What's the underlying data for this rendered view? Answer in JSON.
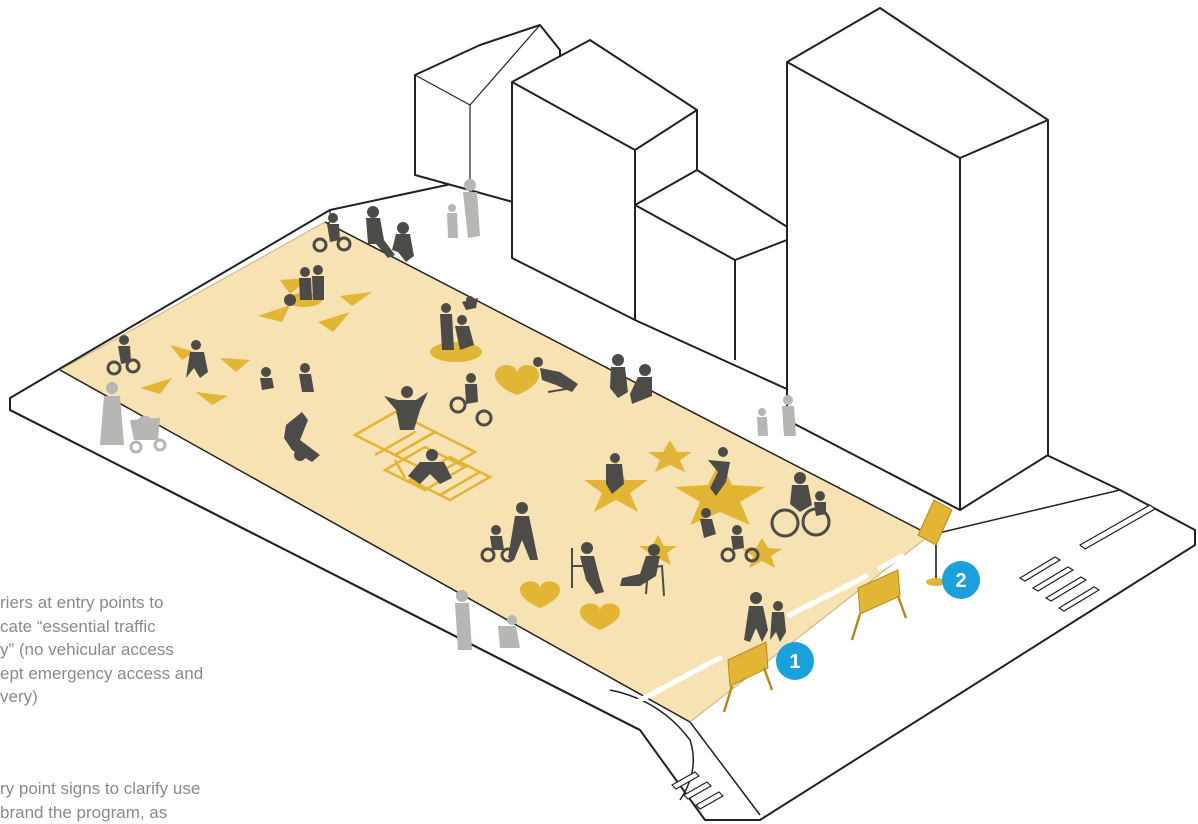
{
  "callouts": [
    {
      "number": "1",
      "color": "#1aa0dc"
    },
    {
      "number": "2",
      "color": "#1aa0dc"
    }
  ],
  "notes": [
    {
      "lines": [
        "riers at entry points to",
        "cate “essential traffic",
        "y” (no vehicular access",
        "ept emergency access and",
        "very)"
      ]
    },
    {
      "lines": [
        "ry point signs to clarify use",
        "brand the program, as"
      ]
    }
  ],
  "colors": {
    "street_fill": "#f6e2b2",
    "yellow_marking": "#e3b534",
    "silhouette_dark": "#4d4b47",
    "silhouette_light": "#b7b6b3",
    "outline": "#222222",
    "callout": "#1aa0dc"
  },
  "icons": [
    "barrier-icon",
    "entry-sign-icon",
    "star-icon",
    "heart-icon",
    "triangle-icon",
    "hopscotch-icon",
    "person-icon",
    "cyclist-icon",
    "stroller-icon"
  ]
}
